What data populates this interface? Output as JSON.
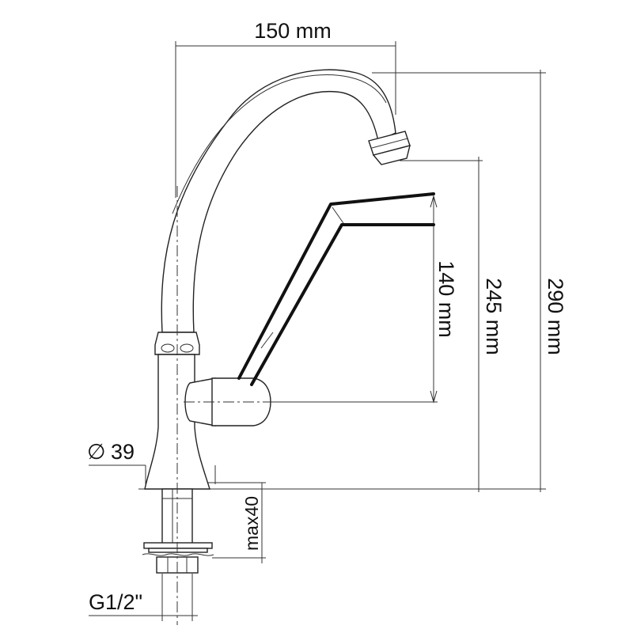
{
  "dimensions": {
    "spout_reach": "150 mm",
    "handle_height": "140 mm",
    "spout_outlet_height": "245 mm",
    "total_height": "290 mm",
    "base_diameter": "39",
    "base_diameter_symbol": "∅",
    "max_mount_thickness": "max40",
    "thread": "G1/2\""
  },
  "colors": {
    "line": "#222222",
    "background": "#ffffff"
  }
}
